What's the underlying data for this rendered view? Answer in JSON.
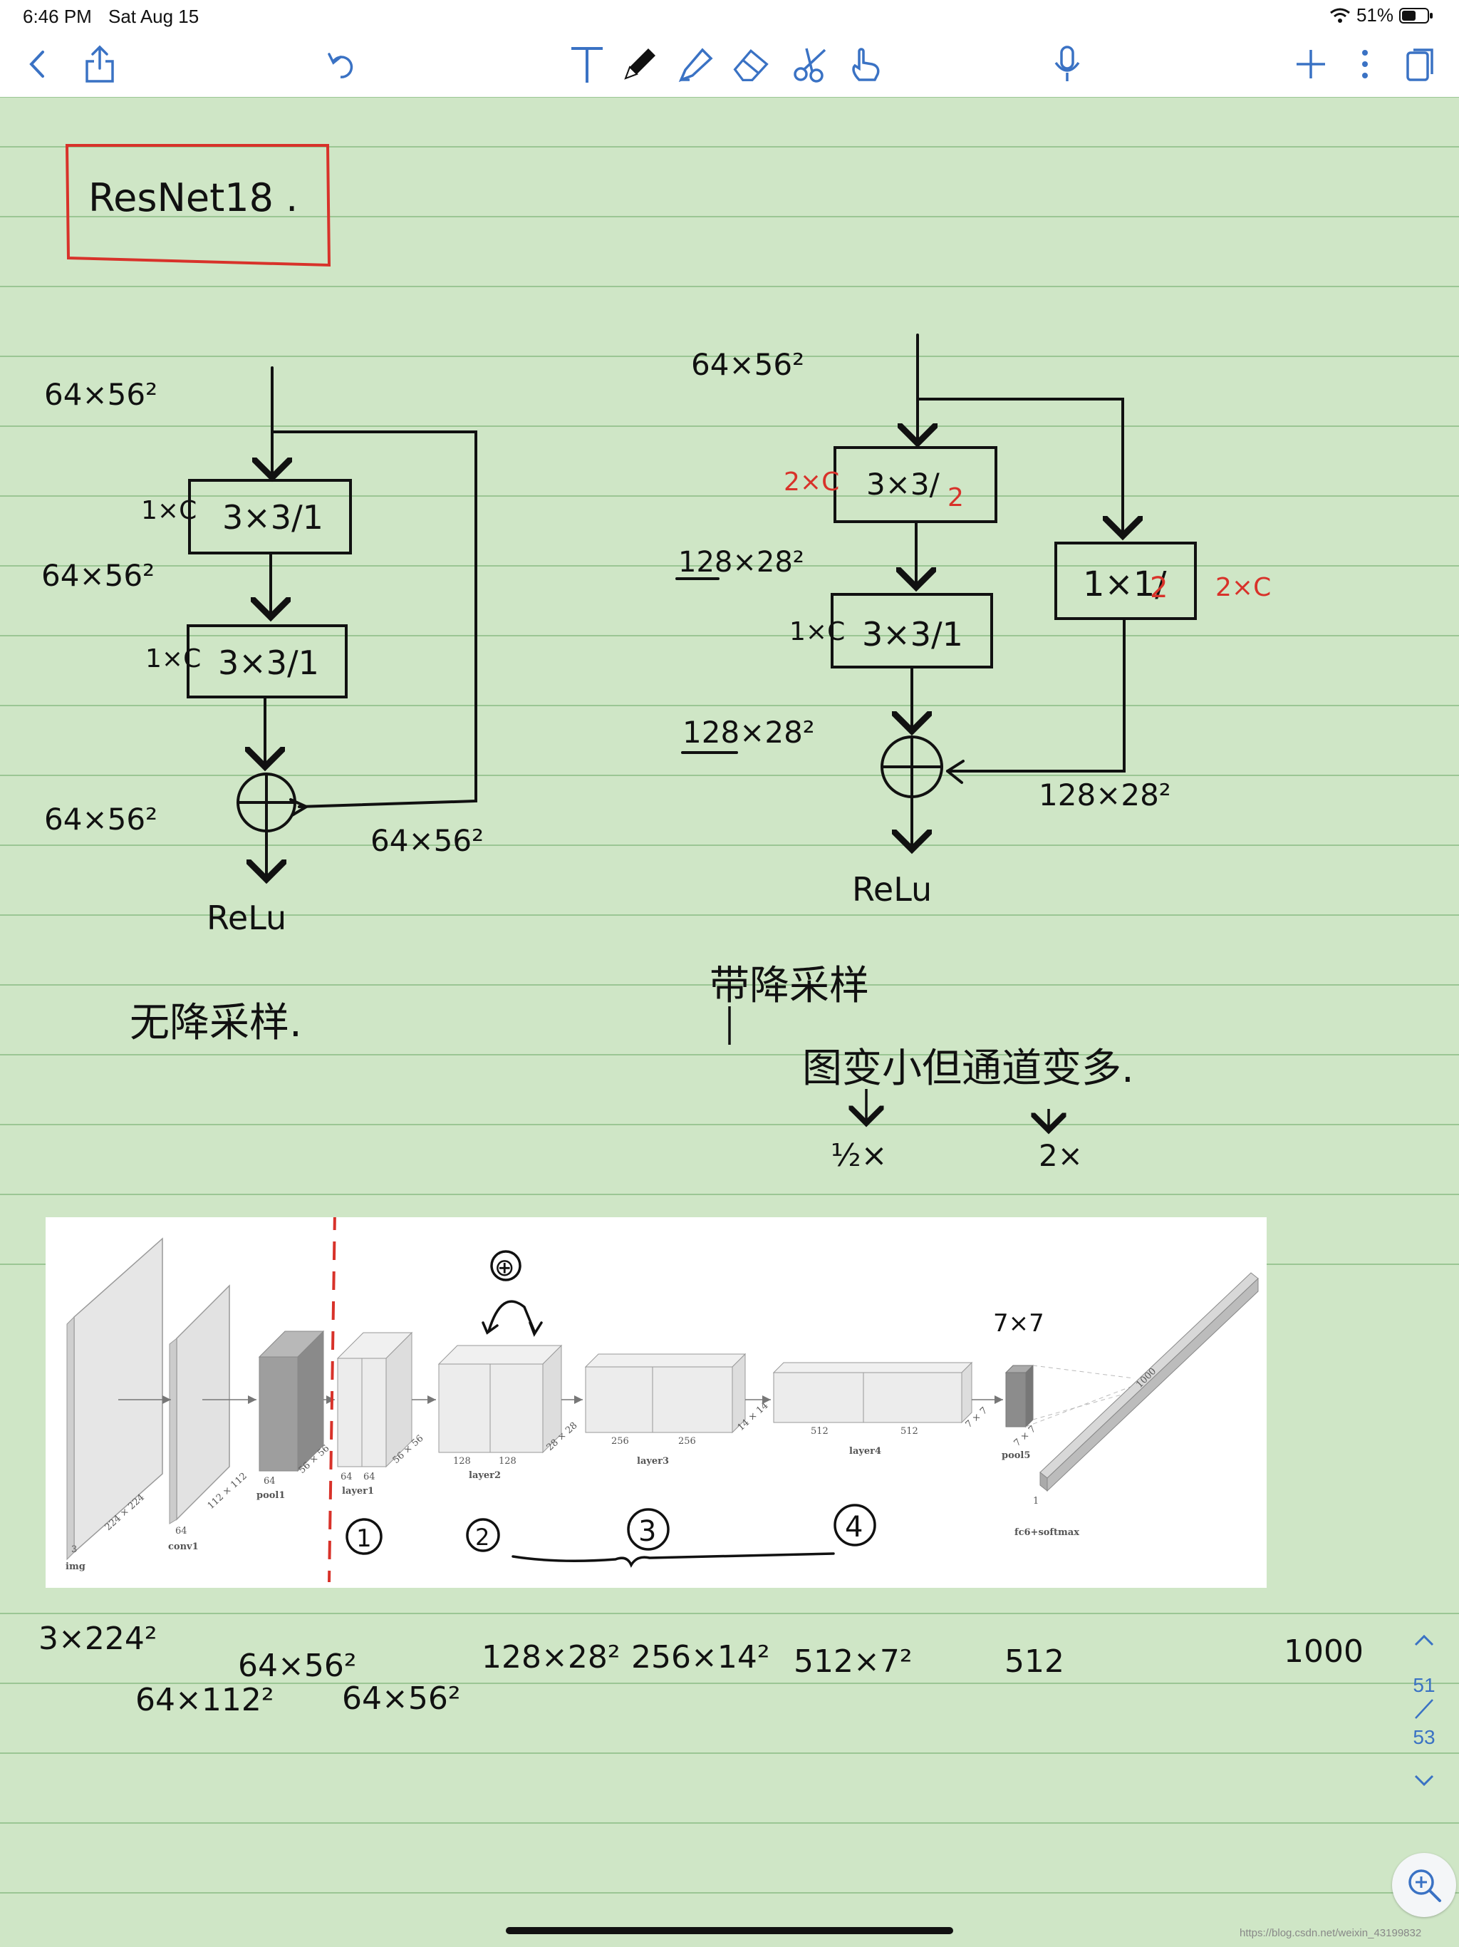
{
  "statusbar": {
    "time": "6:46 PM",
    "date": "Sat Aug 15",
    "battery": "51%"
  },
  "toolbar": {
    "left_icons": [
      "back-icon",
      "share-icon",
      "undo-icon"
    ],
    "tool_icons": [
      "text-tool-icon",
      "pen-icon",
      "highlighter-icon",
      "eraser-icon",
      "lasso-scissors-icon",
      "hand-pointer-icon"
    ],
    "right_icons": [
      "microphone-icon",
      "plus-icon",
      "more-icon",
      "pages-icon"
    ]
  },
  "notes": {
    "title": "ResNet18 .",
    "left_block": {
      "input_dim": "64×56²",
      "conv1": {
        "label": "3×3/1",
        "side": "1×C"
      },
      "after_conv1": "64×56²",
      "conv2": {
        "label": "3×3/1",
        "side": "1×C"
      },
      "after_add": "64×56²",
      "shortcut_dim": "64×56²",
      "activation": "ReLu",
      "caption": "无降采样."
    },
    "right_block": {
      "input_dim": "64×56²",
      "conv1": {
        "label": "3×3/",
        "stride": "2",
        "side": "2×C"
      },
      "after_conv1": "128×28²",
      "conv2": {
        "label": "3×3/1",
        "side": "1×C"
      },
      "after_conv2": "128×28²",
      "shortcut": {
        "label": "1×1/",
        "stride": "2",
        "side": "2×C"
      },
      "shortcut_dim": "128×28²",
      "activation": "ReLu",
      "caption": "带降采样",
      "note": "图变小但通道变多.",
      "note_half": "½×",
      "note_double": "2×"
    },
    "figure": {
      "labels": {
        "img": "img",
        "conv1": "conv1",
        "pool1": "pool1",
        "layer1": "layer1",
        "layer2": "layer2",
        "layer3": "layer3",
        "layer4": "layer4",
        "pool5": "pool5",
        "fc": "fc6+softmax"
      },
      "small_text": {
        "c3": "3",
        "dim224": "224 × 224",
        "c64a": "64",
        "dim112": "112 × 112",
        "c64b": "64",
        "dim56a": "56 × 56",
        "c64c": "64",
        "c64d": "64",
        "dim56b": "56 × 56",
        "c128a": "128",
        "c128b": "128",
        "dim28": "28 × 28",
        "c256a": "256",
        "c256b": "256",
        "dim14": "14 × 14",
        "c512a": "512",
        "c512b": "512",
        "dim7a": "7 × 7",
        "dim7b": "7 × 7",
        "fc1000": "1000",
        "fc1": "1"
      },
      "annotations": {
        "plus": "⊕",
        "n1": "1",
        "n2": "2",
        "n3": "3",
        "n4": "4",
        "pool_dim": "7×7"
      }
    },
    "bottom_dims": [
      "3×224²",
      "64×112²",
      "64×56²",
      "64×56²",
      "128×28²",
      "256×14²",
      "512×7²",
      "512",
      "1000"
    ]
  },
  "page_nav": {
    "current": "51",
    "total": "53"
  },
  "watermark": "https://blog.csdn.net/weixin_43199832",
  "colors": {
    "accent": "#3a72c4",
    "ink": "#111111",
    "red_ink": "#d8322a",
    "paper": "#cfe6c6",
    "rule": "#9bc694"
  }
}
